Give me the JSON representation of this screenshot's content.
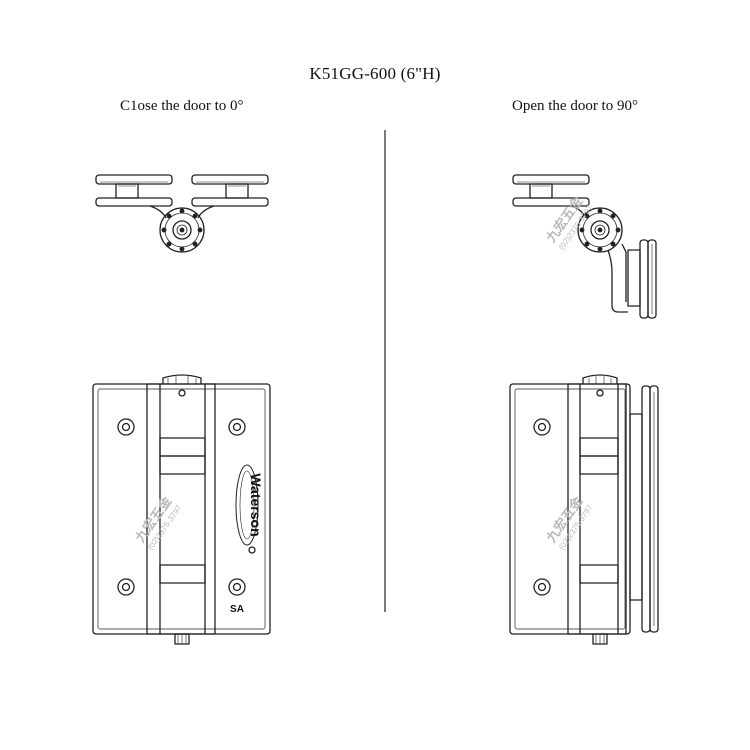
{
  "header": {
    "model": "K51GG-600 (6\"H)"
  },
  "left": {
    "caption": "C1ose the door to 0°"
  },
  "right": {
    "caption": "Open the door to 90°"
  },
  "product": {
    "brand": "Waterson",
    "mark": "SA"
  },
  "watermark": {
    "chinese": "九宏五金",
    "phone": "(02)2375-3797"
  },
  "colors": {
    "line": "#222222",
    "watermark": "#b9b9b9",
    "background": "#ffffff"
  }
}
